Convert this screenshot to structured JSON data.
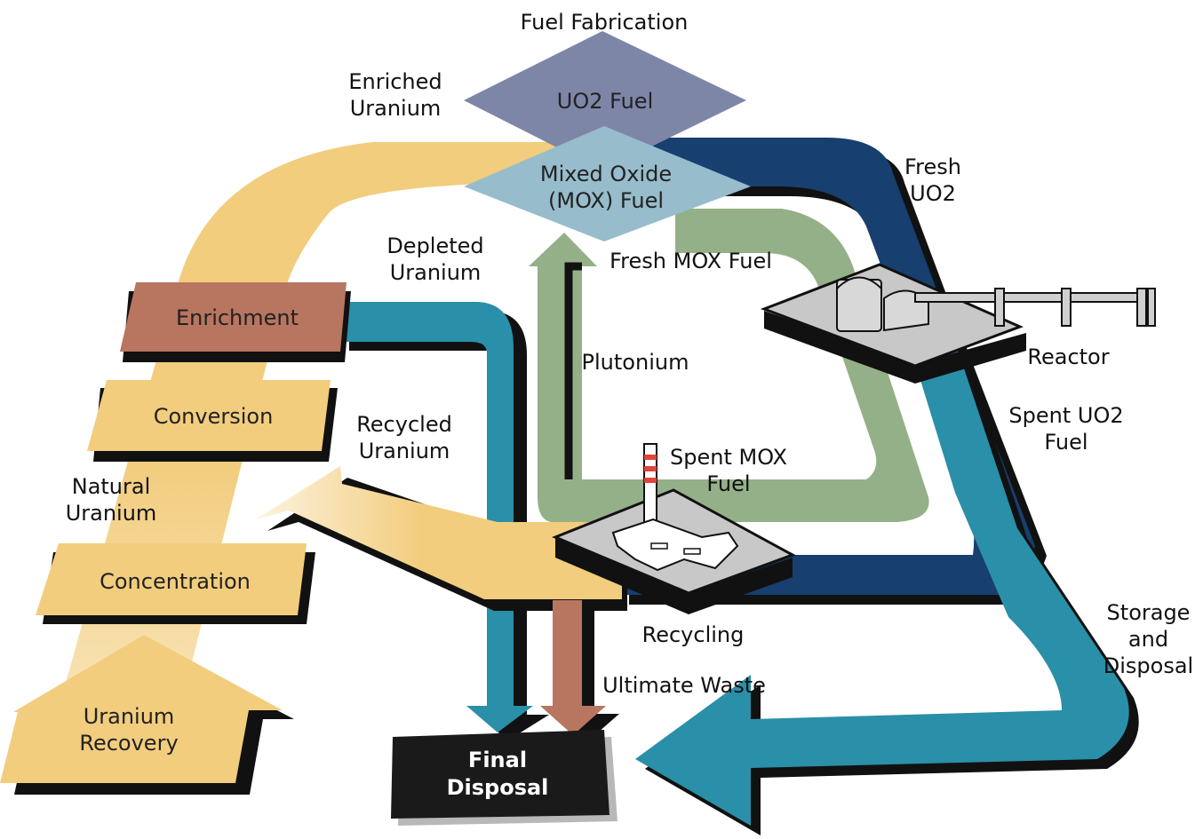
{
  "labels": {
    "fuel_fabrication": "Fuel Fabrication",
    "enriched_uranium": "Enriched\nUranium",
    "uo2_fuel": "UO2 Fuel",
    "mox_fuel": "Mixed Oxide\n(MOX) Fuel",
    "fresh_uo2": "Fresh\nUO2",
    "depleted_uranium": "Depleted\nUranium",
    "fresh_mox_fuel": "Fresh MOX Fuel",
    "enrichment": "Enrichment",
    "plutonium": "Plutonium",
    "reactor": "Reactor",
    "conversion": "Conversion",
    "spent_uo2_fuel": "Spent UO2\nFuel",
    "recycled_uranium": "Recycled\nUranium",
    "spent_mox_fuel": "Spent MOX\nFuel",
    "natural_uranium": "Natural\nUranium",
    "concentration": "Concentration",
    "storage_and_disposal": "Storage\nand\nDisposal",
    "recycling": "Recycling",
    "ultimate_waste": "Ultimate Waste",
    "uranium_recovery": "Uranium\nRecovery",
    "final_disposal": "Final\nDisposal"
  },
  "colors": {
    "tan": "#f2cd7e",
    "navy": "#173f6f",
    "teal": "#2a8fa8",
    "sage": "#94b088",
    "rust": "#b87560",
    "diamond_top": "#7e86a8",
    "diamond_bottom": "#97bccc",
    "black": "#1a1a1a"
  }
}
